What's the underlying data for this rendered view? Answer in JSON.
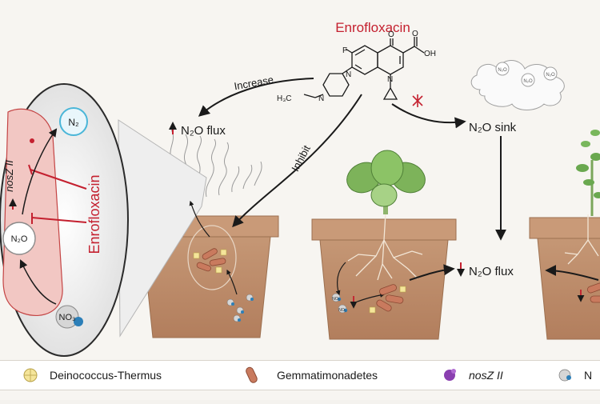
{
  "title": "Enrofloxacin",
  "flow_labels": {
    "increase": "Increase",
    "inhibit": "Inhibit"
  },
  "n2o_flux_up": "N₂O flux",
  "n2o_sink": "N₂O sink",
  "n2o_flux_down": "N₂O flux",
  "molecule": {
    "fluorine": "F",
    "oxygen": "O",
    "acid_oh": "OH",
    "acid_o": "O",
    "ring_n1": "N",
    "ring_n2": "N",
    "ring_n3": "N",
    "ethyl": "H₃C"
  },
  "cell": {
    "n2": "N₂",
    "n2o": "N₂O",
    "no3": "NO₃",
    "gene": "nosZ II",
    "drug": "Enrofloxacin"
  },
  "cloud": {
    "label1": "N₂O",
    "label2": "N₂O",
    "label3": "N₂O"
  },
  "pot_labels": {
    "no3_a": "NO₃",
    "no3_b": "NO₃"
  },
  "legend": [
    {
      "label": "Deinococcus-Thermus",
      "icon": "deinococcus-icon"
    },
    {
      "label": "Gemmatimonadetes",
      "icon": "gemmatimonadetes-icon"
    },
    {
      "label": "nosZ II",
      "icon": "nosz-icon"
    },
    {
      "label": "N",
      "icon": "nitrate-icon"
    }
  ],
  "colors": {
    "accent_red": "#c4202f",
    "arrow": "#1a1a1a",
    "soil": "#b98766",
    "pot_rim": "#c99a78",
    "cell_fill": "#f2c7c3",
    "n2_blue": "#4ab6d8",
    "leaf_green": "#6aa84f"
  }
}
